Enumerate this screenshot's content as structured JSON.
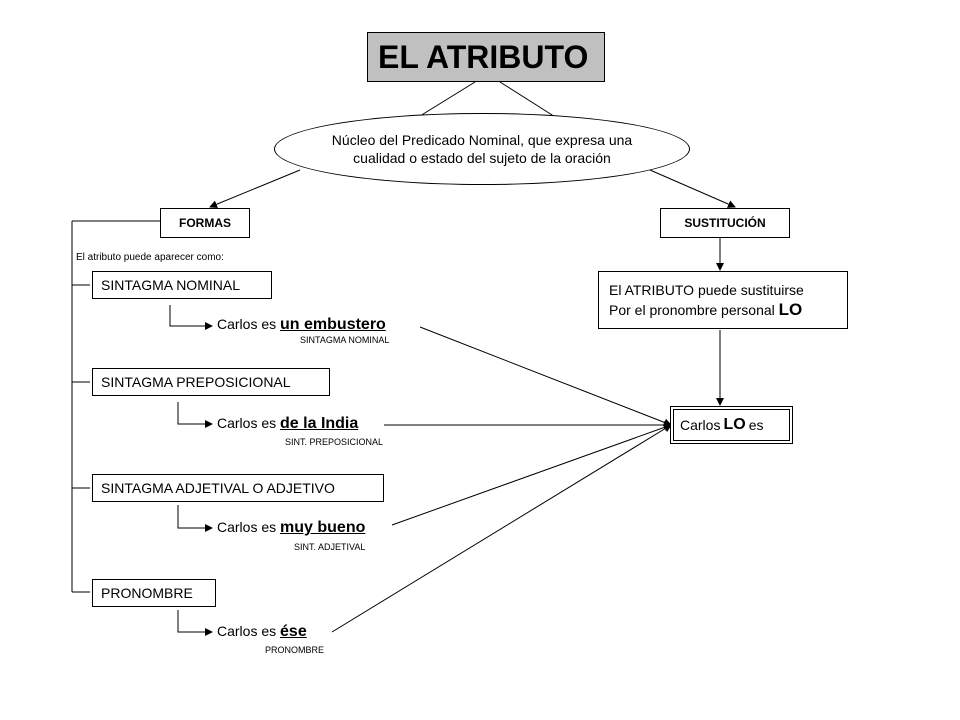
{
  "title": "EL ATRIBUTO",
  "definition": {
    "line1": "Núcleo del Predicado Nominal, que expresa una",
    "line2": "cualidad o estado del sujeto de la oración"
  },
  "formas": {
    "header": "FORMAS",
    "intro": "El atributo puede aparecer como:",
    "items": [
      {
        "label": "SINTAGMA NOMINAL",
        "prefix": "Carlos es ",
        "word": "un embustero",
        "caption": "SINTAGMA NOMINAL"
      },
      {
        "label": "SINTAGMA PREPOSICIONAL",
        "prefix": "Carlos es ",
        "word": "de la India",
        "caption": "SINT. PREPOSICIONAL"
      },
      {
        "label": "SINTAGMA ADJETIVAL O ADJETIVO",
        "prefix": "Carlos es ",
        "word": "muy bueno",
        "caption": "SINT. ADJETIVAL"
      },
      {
        "label": "PRONOMBRE",
        "prefix": "Carlos es ",
        "word": "ése",
        "caption": "PRONOMBRE"
      }
    ]
  },
  "sustitucion": {
    "header": "SUSTITUCIÓN",
    "text_line1": "El ATRIBUTO puede sustituirse",
    "text_line2": "Por el pronombre personal ",
    "pronoun": "LO",
    "result_prefix": "Carlos ",
    "result_pronoun": "LO",
    "result_suffix": " es"
  }
}
